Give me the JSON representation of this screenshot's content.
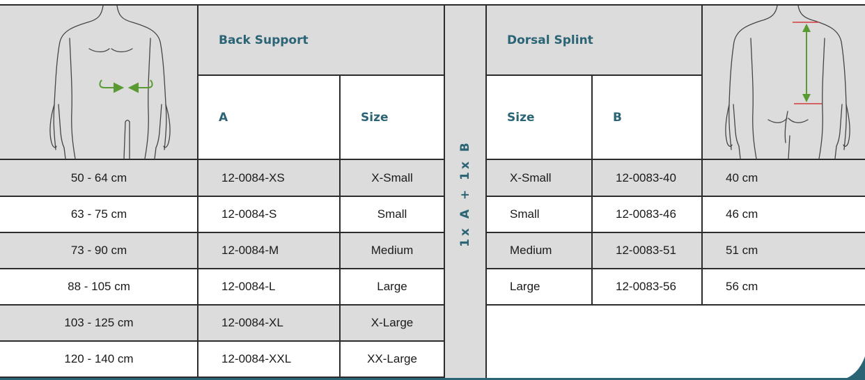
{
  "header": {
    "back_support_title": "Back Support",
    "dorsal_splint_title": "Dorsal Splint",
    "col_a": "A",
    "col_size_left": "Size",
    "col_size_right": "Size",
    "col_b": "B",
    "combo": "1x A + 1x B"
  },
  "back_support_rows": [
    {
      "measure": "50 - 64 cm",
      "code": "12-0084-XS",
      "size": "X-Small"
    },
    {
      "measure": "63 - 75 cm",
      "code": "12-0084-S",
      "size": "Small"
    },
    {
      "measure": "73 - 90 cm",
      "code": "12-0084-M",
      "size": "Medium"
    },
    {
      "measure": "88 - 105 cm",
      "code": "12-0084-L",
      "size": "Large"
    },
    {
      "measure": "103 - 125 cm",
      "code": "12-0084-XL",
      "size": "X-Large"
    },
    {
      "measure": "120 - 140 cm",
      "code": "12-0084-XXL",
      "size": "XX-Large"
    }
  ],
  "dorsal_splint_rows": [
    {
      "size": "X-Small",
      "code": "12-0083-40",
      "measure": "40 cm"
    },
    {
      "size": "Small",
      "code": "12-0083-46",
      "measure": "46 cm"
    },
    {
      "size": "Medium",
      "code": "12-0083-51",
      "measure": "51 cm"
    },
    {
      "size": "Large",
      "code": "12-0083-56",
      "measure": "56 cm"
    }
  ],
  "icons": {
    "left": "waist-measurement-figure-icon",
    "right": "back-length-measurement-figure-icon"
  },
  "colors": {
    "header_text": "#2a6475",
    "grey_fill": "#dcdcdc",
    "arrow_green": "#5a9a32",
    "marker_red": "#d23c3c",
    "corner_band": "#2a6475"
  }
}
